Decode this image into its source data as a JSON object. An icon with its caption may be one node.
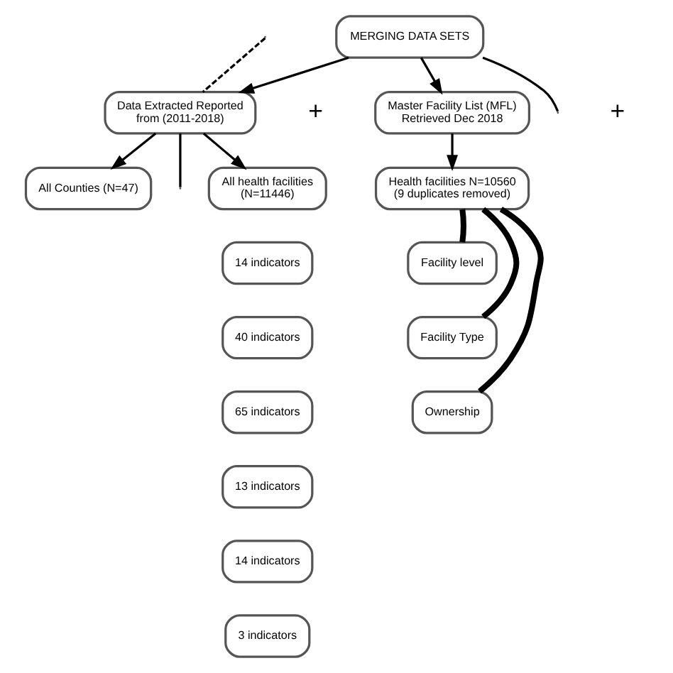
{
  "diagram": {
    "nodes": [
      {
        "text": [
          "MERGING DATA SETS"
        ]
      },
      {
        "text": [
          "Data Extracted Reported from (2011-2018)"
        ]
      },
      {
        "text": [
          "Master Facility List (MFL) Retrieved Dec 2018"
        ]
      },
      {
        "text": [
          "All health facilities (N=11446)"
        ]
      },
      {
        "text": [
          "All Counties (N=47)"
        ]
      },
      {
        "text": [
          "Health facilities N=10560 (9 duplicates removed)"
        ]
      },
      {
        "text": [
          "14 indicators"
        ]
      },
      {
        "text": [
          "40 indicators"
        ]
      },
      {
        "text": [
          "65 indicators"
        ]
      },
      {
        "text": [
          "13 indicators"
        ]
      },
      {
        "text": [
          "14 indicators"
        ]
      },
      {
        "text": [
          "3 indicators"
        ]
      },
      {
        "text": [
          "Facility level"
        ]
      },
      {
        "text": [
          "Facility Type"
        ]
      },
      {
        "text": [
          "Ownership"
        ]
      }
    ],
    "edges": [
      {
        "from": 0,
        "to": 1,
        "arrow": "to"
      },
      {
        "from": 0,
        "to": 2,
        "arrow": "to"
      },
      {
        "from": 0,
        "to": null,
        "arrow": "none"
      },
      {
        "from": null,
        "to": 1,
        "arrow": "none",
        "style": "dashed"
      },
      {
        "from": 1,
        "to": 3,
        "arrow": "to"
      },
      {
        "from": 1,
        "to": 4,
        "arrow": "to"
      },
      {
        "from": 1,
        "to": null,
        "arrow": "none"
      },
      {
        "from": 2,
        "to": 5,
        "arrow": "to"
      },
      {
        "from": 5,
        "to": 12,
        "arrow": "none",
        "style": "thick"
      },
      {
        "from": 5,
        "to": 13,
        "arrow": "none",
        "style": "thick"
      },
      {
        "from": 5,
        "to": 14,
        "arrow": "none",
        "style": "thick"
      }
    ],
    "labels": [
      "+",
      "+"
    ]
  }
}
